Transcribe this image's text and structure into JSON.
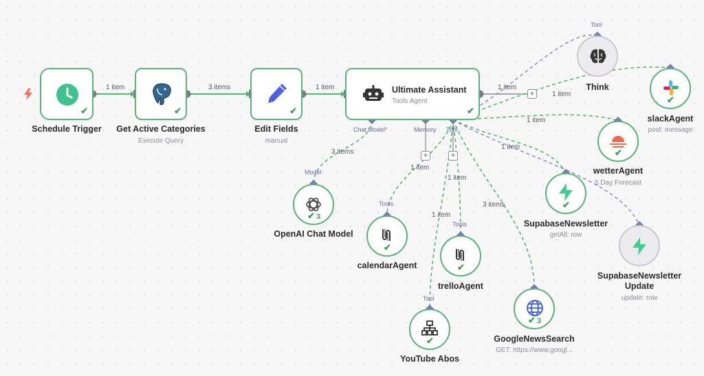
{
  "colors": {
    "success": "#5bb27a",
    "main_edge": "#5bb27a",
    "ai_edge": "#5bb27a",
    "inactive_edge": "#8c8cb8",
    "port": "#7b7bb2",
    "trigger": "#ff6d5a"
  },
  "nodes": {
    "schedule_trigger": {
      "label": "Schedule Trigger",
      "icon": "clock-icon"
    },
    "get_active_categories": {
      "label": "Get Active Categories",
      "sub": "Execute Query",
      "icon": "postgres-elephant-icon"
    },
    "edit_fields": {
      "label": "Edit Fields",
      "sub": "manual",
      "icon": "pencil-icon"
    },
    "ultimate_assistant": {
      "label": "Ultimate Assistant",
      "sub": "Tools Agent",
      "icon": "robot-icon",
      "ports": {
        "chat_model": "Chat Model",
        "chat_model_required": "*",
        "memory": "Memory",
        "tool": "Tool"
      }
    },
    "openai_chat_model": {
      "label": "OpenAI Chat Model",
      "count": "3",
      "icon": "openai-icon",
      "port": "Model"
    },
    "calendar_agent": {
      "label": "calendarAgent",
      "icon": "workflow-icon",
      "port": "Tools"
    },
    "youtube_abos": {
      "label": "YouTube Abos",
      "icon": "sitemap-icon",
      "port": "Tool"
    },
    "trello_agent": {
      "label": "trelloAgent",
      "icon": "workflow-icon",
      "port": "Tools"
    },
    "google_news_search": {
      "label": "GoogleNewsSearch",
      "sub": "GET: https://www.googl...",
      "count": "3",
      "icon": "globe-icon"
    },
    "supabase_newsletter": {
      "label": "SupabaseNewsletter",
      "sub": "getAll: row",
      "icon": "supabase-bolt-icon"
    },
    "supabase_newsletter_update": {
      "label": "SupabaseNewsletter\nUpdate",
      "label_line1": "SupabaseNewsletter",
      "label_line2": "Update",
      "sub": "update: row",
      "icon": "supabase-bolt-icon"
    },
    "wetter_agent": {
      "label": "wetterAgent",
      "sub": "5 Day Forecast",
      "icon": "sunset-icon"
    },
    "slack_agent": {
      "label": "slackAgent",
      "sub": "post: message",
      "icon": "slack-icon"
    },
    "think": {
      "label": "Think",
      "icon": "brain-icon",
      "port": "Tool"
    }
  },
  "edges": {
    "trigger_to_categories": "1 item",
    "categories_to_edit": "3 items",
    "edit_to_assistant": "1 item",
    "assistant_out": "1 item",
    "model_to_assistant": "3 items",
    "tool_slack": "1 item",
    "tool_wetter": "1 item",
    "tool_supabase": "1 item",
    "tool_calendar": "1 item",
    "tool_trello": "1 item",
    "tool_youtube": "1 item",
    "tool_google": "3 items"
  },
  "plus_symbol": "+"
}
